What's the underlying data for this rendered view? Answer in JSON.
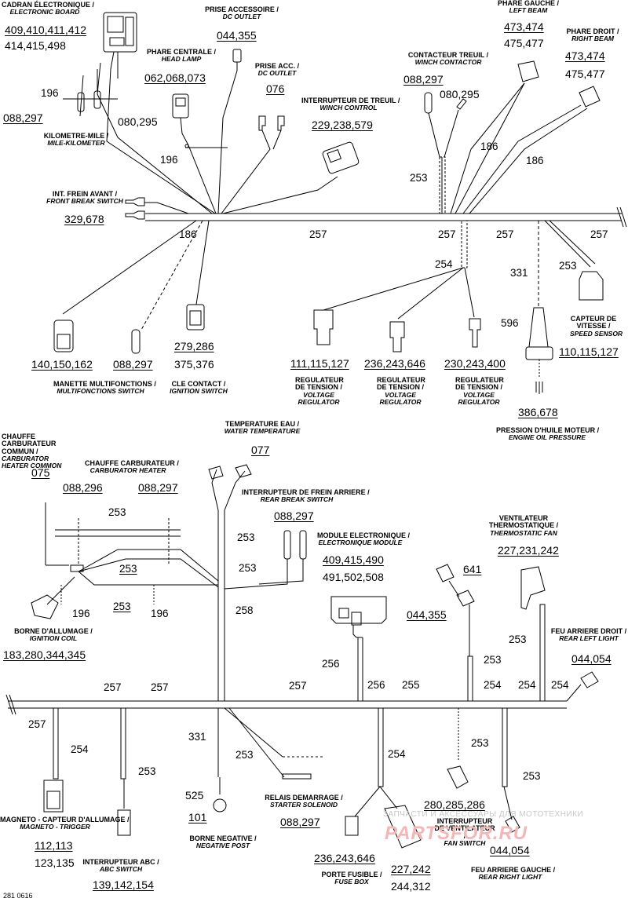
{
  "labels": {
    "electronic_board": {
      "fr": "CADRAN ÉLECTRONIQUE /",
      "en": "ELECTRONIC BOARD",
      "codes": [
        "409,410,411,412",
        "414,415,498"
      ]
    },
    "dc_outlet_1": {
      "fr": "PRISE ACCESSOIRE /",
      "en": "DC OUTLET",
      "codes": [
        "044,355"
      ]
    },
    "head_lamp": {
      "fr": "PHARE CENTRALE /",
      "en": "HEAD LAMP",
      "codes": [
        "062,068,073"
      ]
    },
    "dc_outlet_2": {
      "fr": "PRISE ACC. /",
      "en": "DC OUTLET",
      "codes": [
        "076"
      ]
    },
    "winch_control": {
      "fr": "INTERRUPTEUR DE TREUIL /",
      "en": "WINCH CONTROL",
      "codes": [
        "229,238,579"
      ]
    },
    "winch_contactor": {
      "fr": "CONTACTEUR TREUIL /",
      "en": "WINCH CONTACTOR",
      "codes": [
        "088,297",
        "080,295"
      ]
    },
    "left_beam": {
      "fr": "PHARE GAUCHE /",
      "en": "LEFT BEAM",
      "codes": [
        "473,474",
        "475,477"
      ]
    },
    "right_beam": {
      "fr": "PHARE DROIT /",
      "en": "RIGHT BEAM",
      "codes": [
        "473,474",
        "475,477"
      ]
    },
    "mile_kilometer": {
      "fr": "KILOMETRE-MILE /",
      "en": "MILE-KILOMETER",
      "codes": [
        "088,297",
        "080,295"
      ]
    },
    "front_break_switch": {
      "fr": "INT. FREIN AVANT /",
      "en": "FRONT BREAK SWITCH",
      "codes": [
        "329,678"
      ]
    },
    "multifunctions_switch": {
      "fr": "MANETTE MULTIFONCTIONS /",
      "en": "MULTIFONCTIONS SWITCH",
      "codes": [
        "140,150,162",
        "088,297"
      ]
    },
    "ignition_switch": {
      "fr": "CLE CONTACT /",
      "en": "IGNITION SWITCH",
      "codes": [
        "279,286",
        "375,376"
      ]
    },
    "voltage_regulator_1": {
      "fr": "REGULATEUR DE TENSION /",
      "en": "VOLTAGE REGULATOR",
      "codes": [
        "111,115,127"
      ]
    },
    "voltage_regulator_2": {
      "fr": "REGULATEUR DE TENSION /",
      "en": "VOLTAGE REGULATOR",
      "codes": [
        "236,243,646"
      ]
    },
    "voltage_regulator_3": {
      "fr": "REGULATEUR DE TENSION /",
      "en": "VOLTAGE REGULATOR",
      "codes": [
        "230,243,400"
      ]
    },
    "speed_sensor": {
      "fr": "CAPTEUR DE VITESSE /",
      "en": "SPEED SENSOR",
      "codes": [
        "110,115,127"
      ]
    },
    "engine_oil_pressure": {
      "fr": "PRESSION D'HUILE MOTEUR /",
      "en": "ENGINE OIL PRESSURE",
      "codes": [
        "386,678"
      ]
    },
    "carburator_heater_common": {
      "fr": "CHAUFFE CARBURATEUR COMMUN /",
      "en": "CARBURATOR HEATER COMMON",
      "codes": [
        "075"
      ]
    },
    "carburator_heater": {
      "fr": "CHAUFFE CARBURATEUR /",
      "en": "CARBURATOR HEATER",
      "codes": [
        "088,296",
        "088,297"
      ]
    },
    "water_temperature": {
      "fr": "TEMPERATURE EAU /",
      "en": "WATER TEMPERATURE",
      "codes": [
        "077"
      ]
    },
    "rear_break_switch": {
      "fr": "INTERRUPTEUR DE FREIN ARRIERE /",
      "en": "REAR BREAK SWITCH",
      "codes": [
        "088,297"
      ]
    },
    "electronique_module": {
      "fr": "MODULE ELECTRONIQUE /",
      "en": "ELECTRONIQUE MODULE",
      "codes": [
        "409,415,490",
        "491,502,508"
      ]
    },
    "thermostatic_fan": {
      "fr": "VENTILATEUR THERMOSTATIQUE /",
      "en": "THERMOSTATIC FAN",
      "codes": [
        "227,231,242"
      ]
    },
    "ignition_coil": {
      "fr": "BORNE D'ALLUMAGE /",
      "en": "IGNITION COIL",
      "codes": [
        "183,280,344,345"
      ]
    },
    "rear_left_light": {
      "fr": "FEU ARRIERE DROIT /",
      "en": "REAR LEFT LIGHT",
      "codes": [
        "044,054"
      ]
    },
    "misc_641": {
      "codes": [
        "641",
        "044,355"
      ]
    },
    "magneto_trigger": {
      "fr": "MAGNETO - CAPTEUR D'ALLUMAGE /",
      "en": "MAGNETO - TRIGGER",
      "codes": [
        "112,113",
        "123,135"
      ]
    },
    "abc_switch": {
      "fr": "INTERRUPTEUR ABC /",
      "en": "ABC SWITCH",
      "codes": [
        "139,142,154"
      ]
    },
    "negative_post": {
      "fr": "BORNE NEGATIVE /",
      "en": "NEGATIVE POST",
      "codes": [
        "525",
        "101"
      ]
    },
    "starter_solenoid": {
      "fr": "RELAIS DEMARRAGE /",
      "en": "STARTER SOLENOID",
      "codes": [
        "088,297"
      ]
    },
    "fuse_box": {
      "fr": "PORTE FUSIBLE /",
      "en": "FUSE BOX",
      "codes": [
        "236,243,646",
        "227,242",
        "244,312"
      ]
    },
    "fan_switch": {
      "fr": "INTERRUPTEUR DE VENTILATEUR /",
      "en": "FAN SWITCH",
      "codes": [
        "280,285,286"
      ]
    },
    "rear_right_light": {
      "fr": "FEU ARRIERE GAUCHE /",
      "en": "REAR RIGHT LIGHT",
      "codes": [
        "044,054"
      ]
    }
  },
  "wire_numbers": {
    "w196a": "196",
    "w196b": "196",
    "w186a": "186",
    "w186b": "186",
    "w186c": "186",
    "w253a": "253",
    "w257a": "257",
    "w257b": "257",
    "w257c": "257",
    "w257d": "257",
    "w254a": "254",
    "w331a": "331",
    "w253b": "253",
    "w596": "596",
    "w253c": "253",
    "w253d": "253",
    "w253e": "253",
    "w253f": "253",
    "w258": "258",
    "w196c": "196",
    "w196d": "196",
    "w256a": "256",
    "w253g": "253",
    "w253h": "253",
    "w257e": "257",
    "w257f": "257",
    "w257g": "257",
    "w257h": "257",
    "w256b": "256",
    "w255": "255",
    "w254b": "254",
    "w254c": "254",
    "w254d": "254",
    "w254e": "254",
    "w254f": "254",
    "w253i": "253",
    "w331b": "331",
    "w253j": "253",
    "w253k": "253",
    "w253l": "253"
  },
  "figure_ref": "281 0616",
  "watermark": {
    "line1": "ЗАПЧАСТИ И АКСЕССУАРЫ ДЛЯ МОТОТЕХНИКИ",
    "line2": "PARTSFOR.RU"
  }
}
